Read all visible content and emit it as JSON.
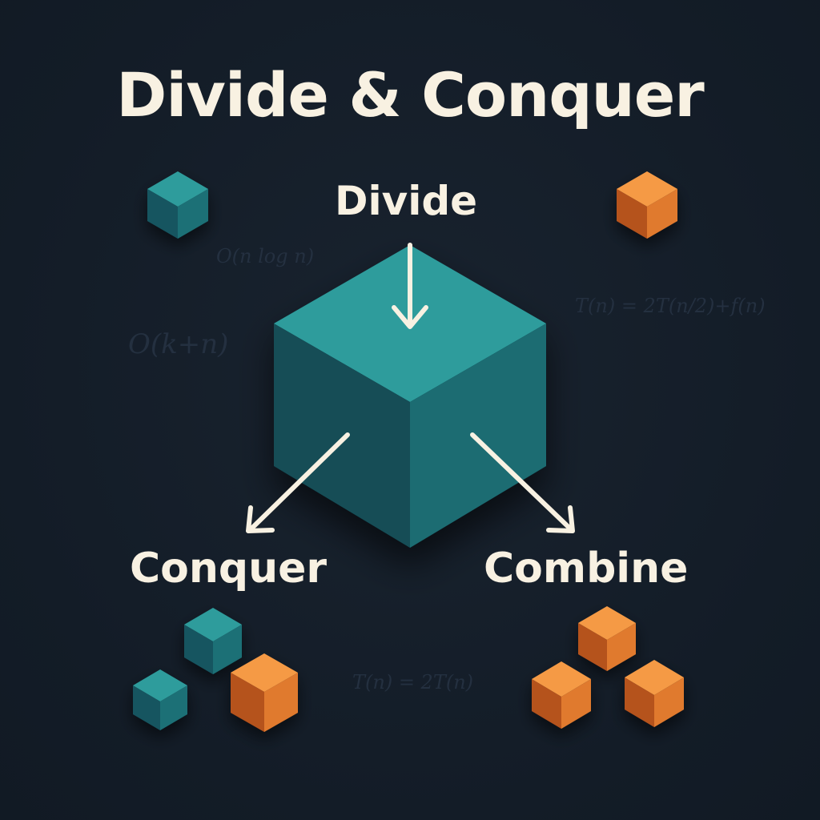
{
  "title": "Divide & Conquer",
  "steps": {
    "divide": "Divide",
    "conquer": "Conquer",
    "combine": "Combine"
  },
  "background_formulas": {
    "f1": "O(n log n)",
    "f2": "O(k+n)",
    "f3": "T(n) = 2T(n/2)+f(n)",
    "f4": "T(n) = 2T(n)"
  },
  "colors": {
    "background": "#141e2a",
    "teal": "#2a9a9a",
    "orange": "#f08a35",
    "text": "#f8f1e2"
  }
}
